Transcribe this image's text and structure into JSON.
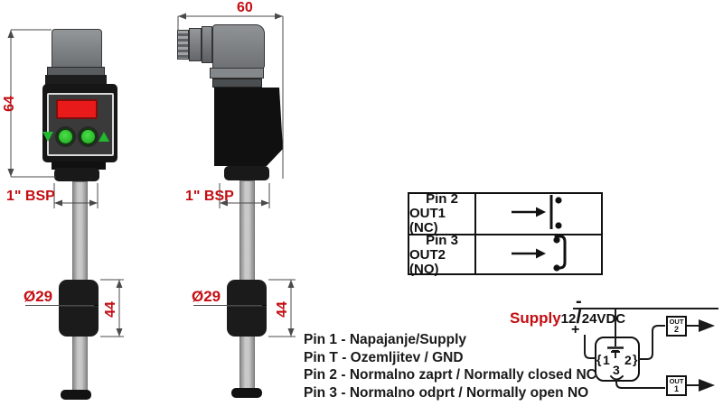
{
  "front_view": {
    "height_dim": "64",
    "thread_label": "1\" BSP",
    "float_dia": "Ø29",
    "float_len": "44"
  },
  "side_view": {
    "width_dim": "60",
    "thread_label": "1\" BSP",
    "float_dia": "Ø29",
    "float_len": "44"
  },
  "contact_table": {
    "row1": {
      "pin": "Pin 2",
      "output": "OUT1 (NC)"
    },
    "row2": {
      "pin": "Pin 3",
      "output": "OUT2 (NO)"
    }
  },
  "pin_legend": {
    "line1": "Pin 1 - Napajanje/Supply",
    "line2": "Pin T - Ozemljitev / GND",
    "line3": "Pin 2 - Normalno zaprt / Normally closed NC",
    "line4": "Pin 3 - Normalno odprt / Normally open NO"
  },
  "wiring_diagram": {
    "supply_label": "Supply",
    "voltage_prefix": "12",
    "voltage_slash": "/",
    "voltage_suffix": "24VDC",
    "minus_sign": "-",
    "plus_sign": "+",
    "connector_pins": {
      "brace_left": "{",
      "pin1": "1",
      "ground": "T",
      "pin2": "2",
      "brace_right": "}",
      "pin3": "3"
    },
    "out2_box": {
      "label": "OUT",
      "num": "2"
    },
    "out1_box": {
      "label": "OUT",
      "num": "1"
    }
  },
  "colors": {
    "dimension_red": "#c40d12",
    "display_red": "#e81a1a",
    "button_green": "#2fcf2f",
    "arrow_green": "#21b92f",
    "body_black": "#161616",
    "connector_gray": "#84878a",
    "stem_gray": "#b9b9b9",
    "line_gray": "#4a4a4a"
  }
}
